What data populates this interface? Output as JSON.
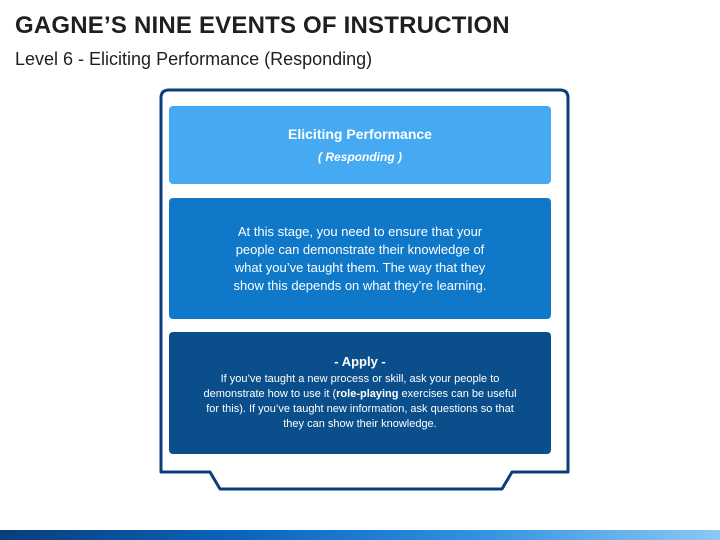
{
  "slide": {
    "title": "GAGNE’S NINE EVENTS OF INSTRUCTION",
    "subtitle": "Level 6 - Eliciting Performance (Responding)"
  },
  "boxes": {
    "header": {
      "title": "Eliciting Performance",
      "subtitle": "( Responding )"
    },
    "description": {
      "text": "At this stage, you need to ensure that your people can demonstrate their knowledge of what you’ve taught them. The way that they show this depends on what they’re learning."
    },
    "apply": {
      "title": "- Apply -",
      "text_before": "If you’ve taught a new process or skill, ask your people to demonstrate how to use it (",
      "text_bold": "role-playing",
      "text_after": " exercises can be useful for this). If you’ve taught new information, ask questions so that they can show their knowledge."
    }
  },
  "colors": {
    "header_box": "#45aaf2",
    "description_box": "#1078c9",
    "apply_box": "#0a4f8c",
    "frame_stroke": "#0a3d7a"
  }
}
